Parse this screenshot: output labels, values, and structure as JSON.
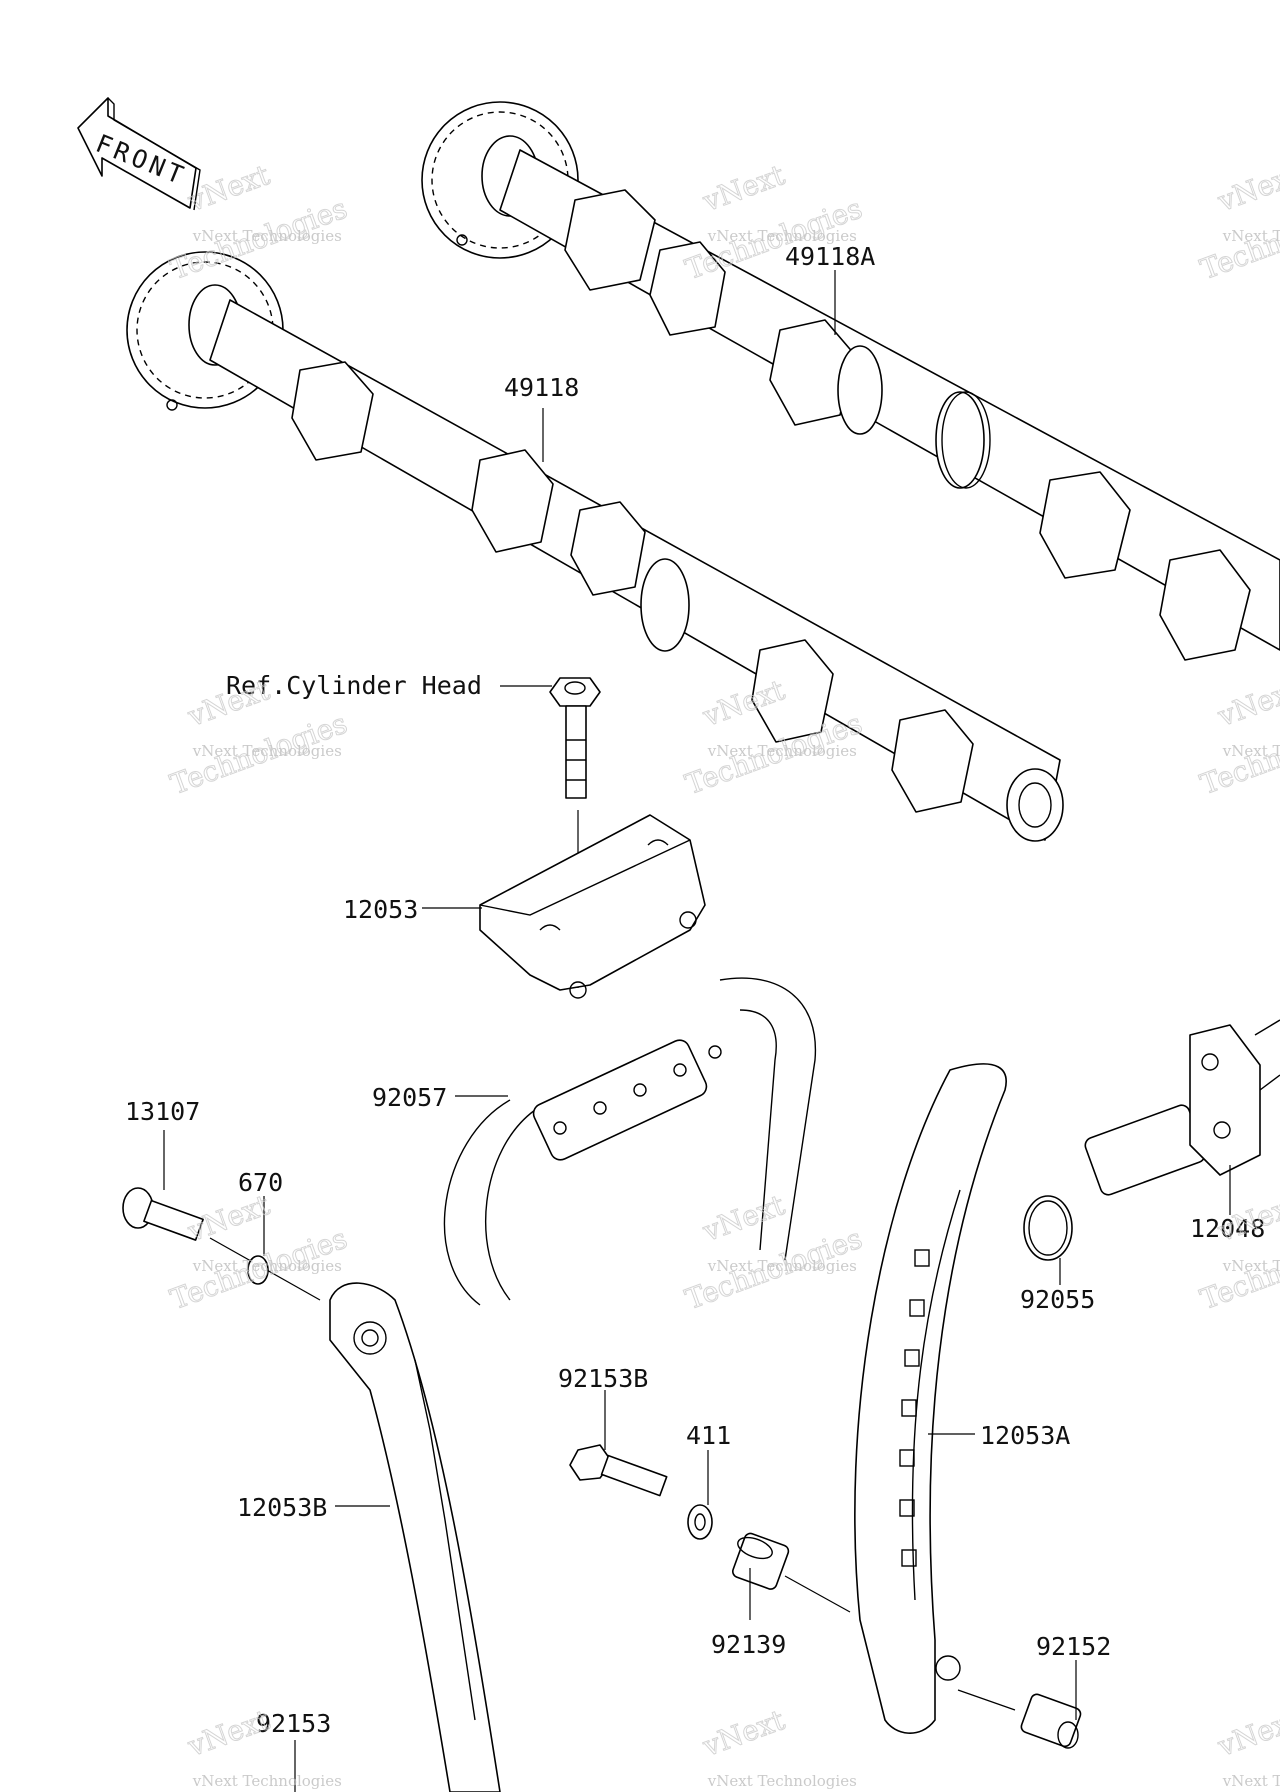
{
  "diagram": {
    "front_indicator": "FRONT",
    "ref_note": "Ref.Cylinder Head",
    "part_labels": {
      "p49118A": "49118A",
      "p49118": "49118",
      "p12053": "12053",
      "p92057": "92057",
      "p13107": "13107",
      "p670": "670",
      "p12048": "12048",
      "p92055": "92055",
      "p92153B": "92153B",
      "p411": "411",
      "p12053A": "12053A",
      "p12053B": "12053B",
      "p92139": "92139",
      "p92152": "92152",
      "p92153": "92153"
    },
    "watermark": {
      "line": "vNext Technologies",
      "word_top": "vNext",
      "word_bottom": "Technologies"
    }
  }
}
